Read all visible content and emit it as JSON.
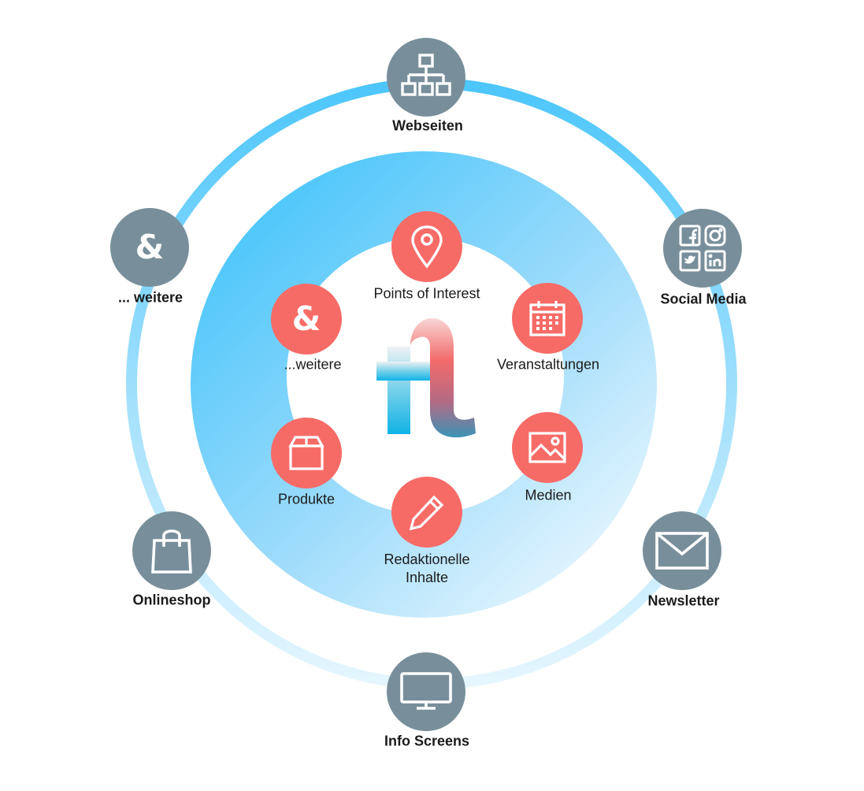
{
  "colors": {
    "outer_node": "#788f9b",
    "inner_node": "#f76b67",
    "ring": "#4cc6fb",
    "disc_from": "#4cc6fb",
    "disc_to": "#e6f6fe"
  },
  "outer_nodes": [
    {
      "label": "Webseiten",
      "icon": "sitemap-icon"
    },
    {
      "label": "Social Media",
      "icon": "social-media-icon"
    },
    {
      "label": "Newsletter",
      "icon": "envelope-icon"
    },
    {
      "label": "Info Screens",
      "icon": "monitor-icon"
    },
    {
      "label": "Onlineshop",
      "icon": "shopping-bag-icon"
    },
    {
      "label": "... weitere",
      "icon": "ampersand",
      "glyph": "&"
    }
  ],
  "inner_nodes": [
    {
      "label": "Points of Interest",
      "icon": "map-pin-icon"
    },
    {
      "label": "Veranstaltungen",
      "icon": "calendar-icon"
    },
    {
      "label": "Medien",
      "icon": "image-icon"
    },
    {
      "label": "Redaktionelle\nInhalte",
      "label_line1": "Redaktionelle",
      "label_line2": "Inhalte",
      "icon": "pencil-icon"
    },
    {
      "label": "Produkte",
      "icon": "box-icon"
    },
    {
      "label": "...weitere",
      "icon": "ampersand",
      "glyph": "&"
    }
  ],
  "center_logo": {
    "icon": "fl-logo-icon"
  }
}
